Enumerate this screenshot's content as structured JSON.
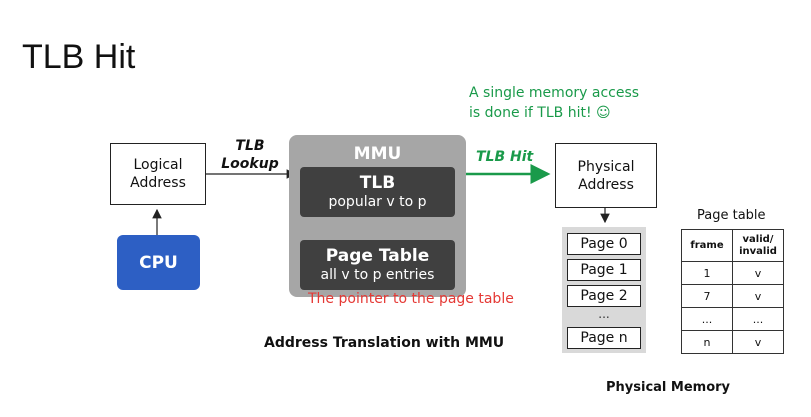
{
  "title": "TLB Hit",
  "note": {
    "line1": "A single memory access",
    "line2": "is done if TLB hit! ☺"
  },
  "logical_address": {
    "line1": "Logical",
    "line2": "Address"
  },
  "cpu": "CPU",
  "tlb_lookup": {
    "line1": "TLB",
    "line2": "Lookup"
  },
  "mmu": {
    "label": "MMU",
    "tlb": {
      "title": "TLB",
      "subtitle": "popular v to p"
    },
    "page_table": {
      "title": "Page Table",
      "subtitle": "all v to p entries"
    }
  },
  "pointer_note": "The pointer to the page table",
  "caption": "Address Translation with MMU",
  "tlb_hit": "TLB Hit",
  "physical_address": {
    "line1": "Physical",
    "line2": "Address"
  },
  "physical_memory": {
    "pages": [
      "Page 0",
      "Page 1",
      "Page 2",
      "...",
      "Page n"
    ],
    "label": "Physical Memory"
  },
  "page_table_side": {
    "title": "Page table",
    "headers": [
      "frame",
      "valid/\ninvalid"
    ],
    "header_frame": "frame",
    "header_valid1": "valid/",
    "header_valid2": "invalid",
    "rows": [
      [
        "1",
        "v"
      ],
      [
        "7",
        "v"
      ],
      [
        "...",
        "..."
      ],
      [
        "n",
        "v"
      ]
    ]
  },
  "colors": {
    "cpu": "#2d5fc4",
    "mmu": "#a6a6a6",
    "mmu_inner": "#404040",
    "green": "#1a9a4a",
    "red": "#e53935"
  }
}
